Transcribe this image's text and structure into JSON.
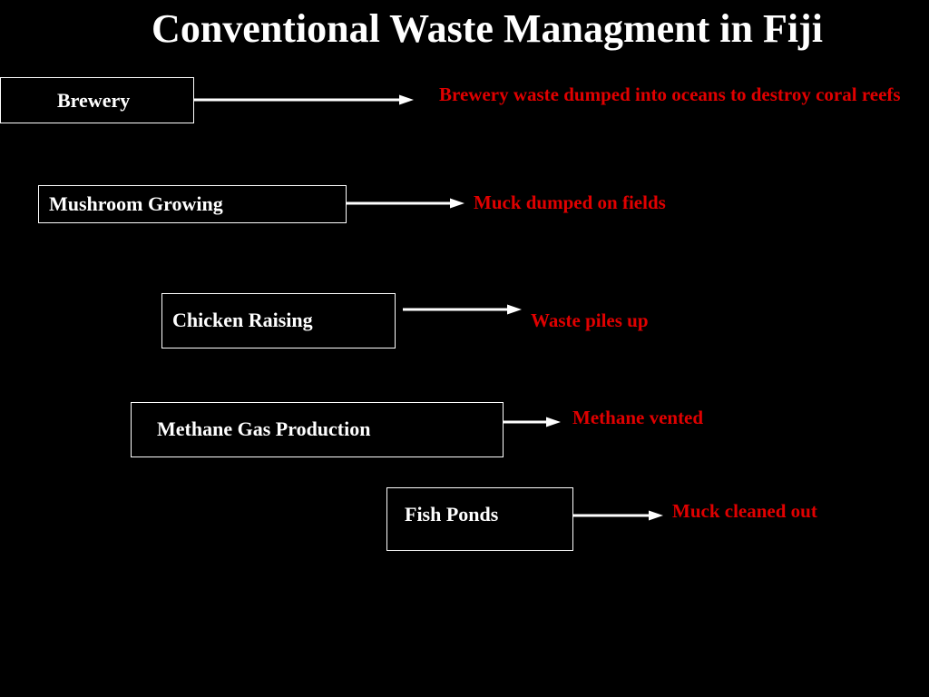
{
  "title": "Conventional Waste Managment in Fiji",
  "colors": {
    "background": "#000000",
    "box_text": "#ffffff",
    "outcome_text": "#e00000"
  },
  "steps": [
    {
      "source": "Brewery",
      "outcome": "Brewery waste dumped into oceans to destroy coral reefs"
    },
    {
      "source": "Mushroom Growing",
      "outcome": "Muck dumped on fields"
    },
    {
      "source": "Chicken Raising",
      "outcome": "Waste piles up"
    },
    {
      "source": "Methane Gas Production",
      "outcome": "Methane vented"
    },
    {
      "source": "Fish Ponds",
      "outcome": "Muck cleaned out"
    }
  ]
}
